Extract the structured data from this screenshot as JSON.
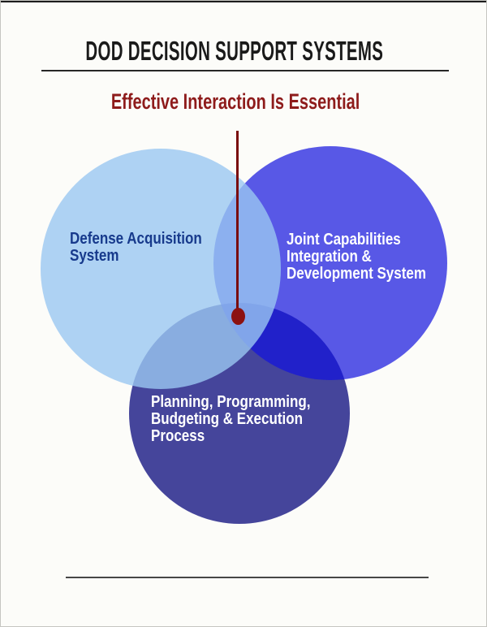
{
  "slide": {
    "background": "#FCFCF9",
    "title": "DOD DECISION SUPPORT SYSTEMS",
    "title_color": "#1A1A1A",
    "subtitle": "Effective Interaction Is Essential",
    "subtitle_color": "#8E1B1B"
  },
  "connector": {
    "line_color": "#7A0C0C",
    "dot_color": "#8C1111"
  },
  "venn": {
    "circles": [
      {
        "id": "defense-acquisition-system",
        "label": "Defense Acquisition System",
        "lines": [
          "Defense Acquisition",
          "System"
        ],
        "fill": "rgba(154,199,241,0.8)",
        "text_color": "#173A8C"
      },
      {
        "id": "joint-capabilities-integration-development-system",
        "label": "Joint Capabilities Integration & Development System",
        "lines": [
          "Joint Capabilities",
          "Integration &",
          "Development System"
        ],
        "fill": "rgba(19,19,222,0.7)",
        "text_color": "#FFFFFF"
      },
      {
        "id": "planning-programming-budgeting-execution-process",
        "label": "Planning, Programming, Budgeting & Execution Process",
        "lines": [
          "Planning, Programming,",
          "Budgeting & Execution",
          "Process"
        ],
        "fill": "#45459B",
        "text_color": "#FFFFFF"
      }
    ]
  }
}
